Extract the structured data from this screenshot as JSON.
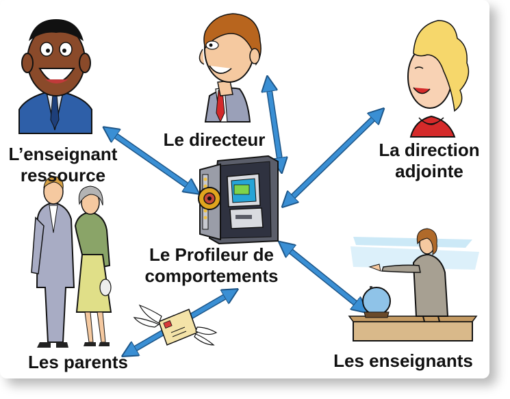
{
  "nodes": {
    "teacher_resource": {
      "line1": "L’enseignant",
      "line2": "ressource"
    },
    "director": {
      "label": "Le directeur"
    },
    "deputy_direction": {
      "line1": "La direction",
      "line2": "adjointe"
    },
    "profiler": {
      "line1": "Le Profileur de",
      "line2": "comportements"
    },
    "parents": {
      "label": "Les parents"
    },
    "teachers": {
      "label": "Les enseignants"
    }
  },
  "colors": {
    "arrow": "#3a8fd4",
    "arrow_outline": "#1c5486"
  }
}
